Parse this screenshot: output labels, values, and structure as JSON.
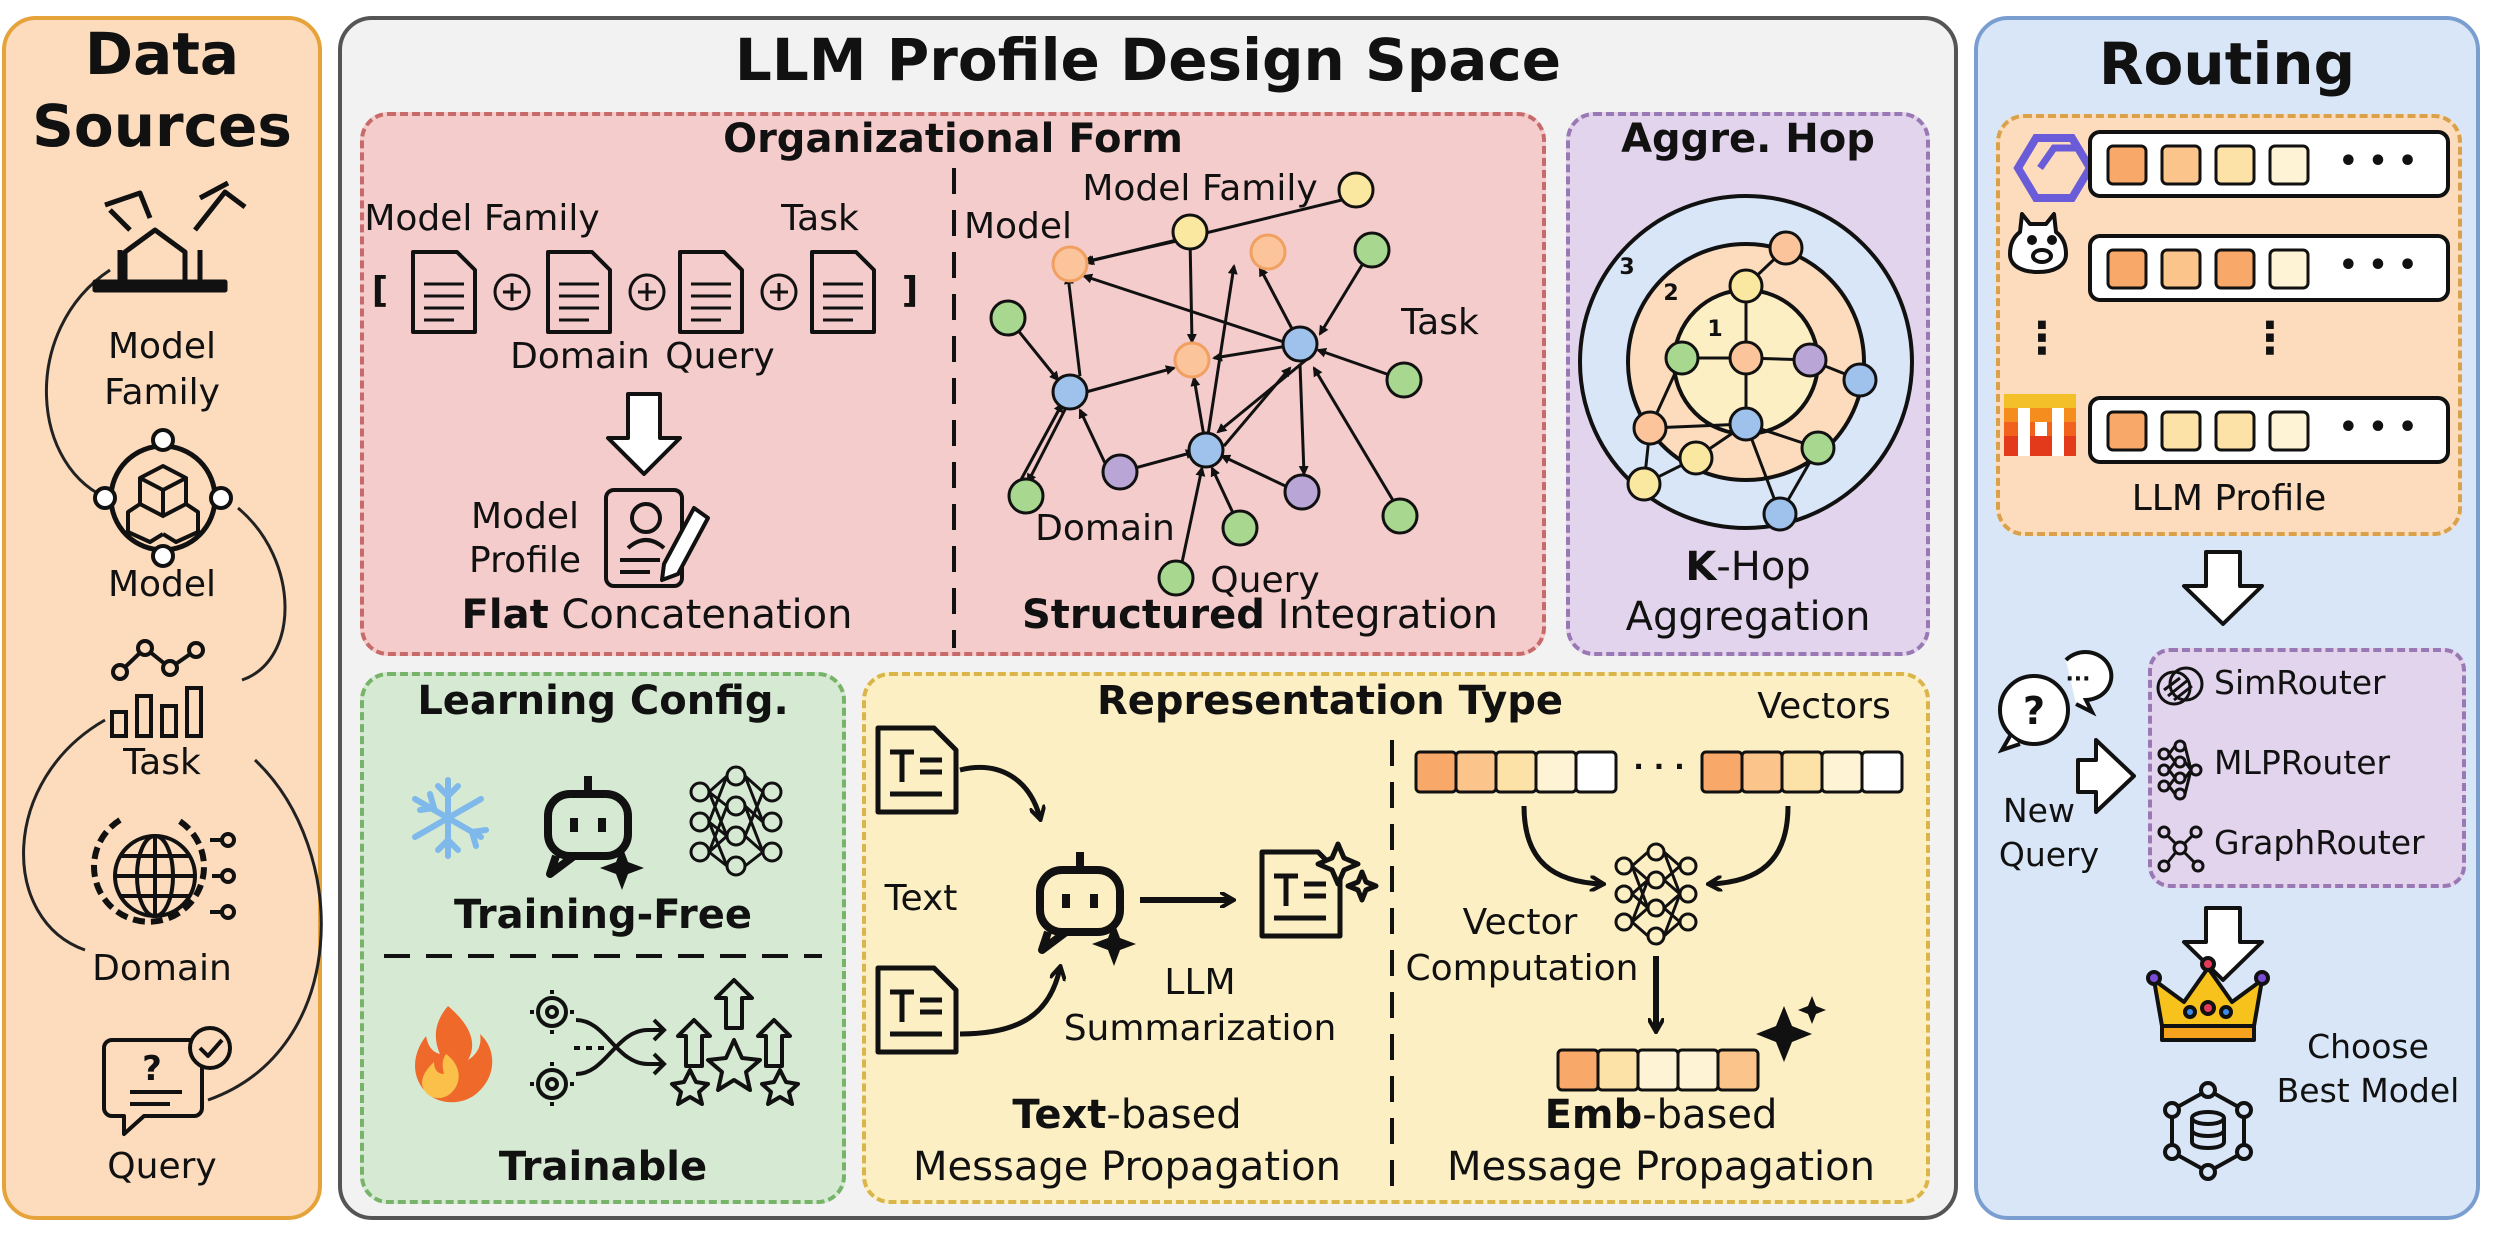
{
  "data_sources": {
    "title_line1": "Data",
    "title_line2": "Sources",
    "items": [
      {
        "label_line1": "Model",
        "label_line2": "Family",
        "icon": "model-family-icon"
      },
      {
        "label": "Model",
        "icon": "model-icon"
      },
      {
        "label": "Task",
        "icon": "task-chart-icon"
      },
      {
        "label": "Domain",
        "icon": "globe-gear-icon"
      },
      {
        "label": "Query",
        "icon": "query-bubble-icon"
      }
    ]
  },
  "design_space": {
    "title": "LLM Profile Design Space",
    "org_form": {
      "title": "Organizational Form",
      "flat": {
        "model_family": "Model Family",
        "task": "Task",
        "domain": "Domain",
        "query": "Query",
        "bracket_open": "[",
        "bracket_close": "]",
        "plus": "+",
        "model_profile_line1": "Model",
        "model_profile_line2": "Profile",
        "caption_bold": "Flat",
        "caption_rest": " Concatenation"
      },
      "structured": {
        "model": "Model",
        "model_family": "Model Family",
        "task": "Task",
        "domain": "Domain",
        "query": "Query",
        "caption_bold": "Structured",
        "caption_rest": " Integration"
      }
    },
    "aggre_hop": {
      "title": "Aggre. Hop",
      "hop_labels": [
        "1",
        "2",
        "3"
      ],
      "caption_bold": "K",
      "caption_rest": "-Hop",
      "caption_line2": "Aggregation"
    },
    "learning_config": {
      "title": "Learning Config.",
      "training_free": "Training-Free",
      "trainable": "Trainable"
    },
    "representation": {
      "title": "Representation Type",
      "text": "Text",
      "llm_summarization_line1": "LLM",
      "llm_summarization_line2": "Summarization",
      "text_caption_bold": "Text",
      "text_caption_rest": "-based",
      "text_caption_line2": "Message Propagation",
      "vectors": "Vectors",
      "vector_computation_line1": "Vector",
      "vector_computation_line2": "Computation",
      "ellipsis": "· · ·",
      "emb_caption_bold": "Emb",
      "emb_caption_rest": "-based",
      "emb_caption_line2": "Message Propagation"
    }
  },
  "routing": {
    "title": "Routing",
    "llm_profile": "LLM Profile",
    "ellipsis": "• • •",
    "vdots": "⋮",
    "new_query_line1": "New",
    "new_query_line2": "Query",
    "routers": [
      "SimRouter",
      "MLPRouter",
      "GraphRouter"
    ],
    "choose_line1": "Choose",
    "choose_line2": "Best Model"
  },
  "colors": {
    "data_sources_bg": "#fcdcbd",
    "data_sources_border": "#e6a33a",
    "design_bg": "#f2f2f2",
    "design_border": "#555555",
    "org_bg": "#f5cccc",
    "org_border": "#c96a6a",
    "hop_bg": "#e2d4ec",
    "hop_border": "#9a78b4",
    "learning_bg": "#d6ead3",
    "learning_border": "#78b36a",
    "representation_bg": "#fcefc4",
    "representation_border": "#d9b54a",
    "routing_bg": "#d8e6f7",
    "routing_border": "#7a9ecf",
    "node_blue": "#9ec2ec",
    "node_green": "#a8d890",
    "node_purple": "#b9a6d6",
    "node_yellow": "#fbe8a0",
    "node_orange": "#fbc49a"
  }
}
